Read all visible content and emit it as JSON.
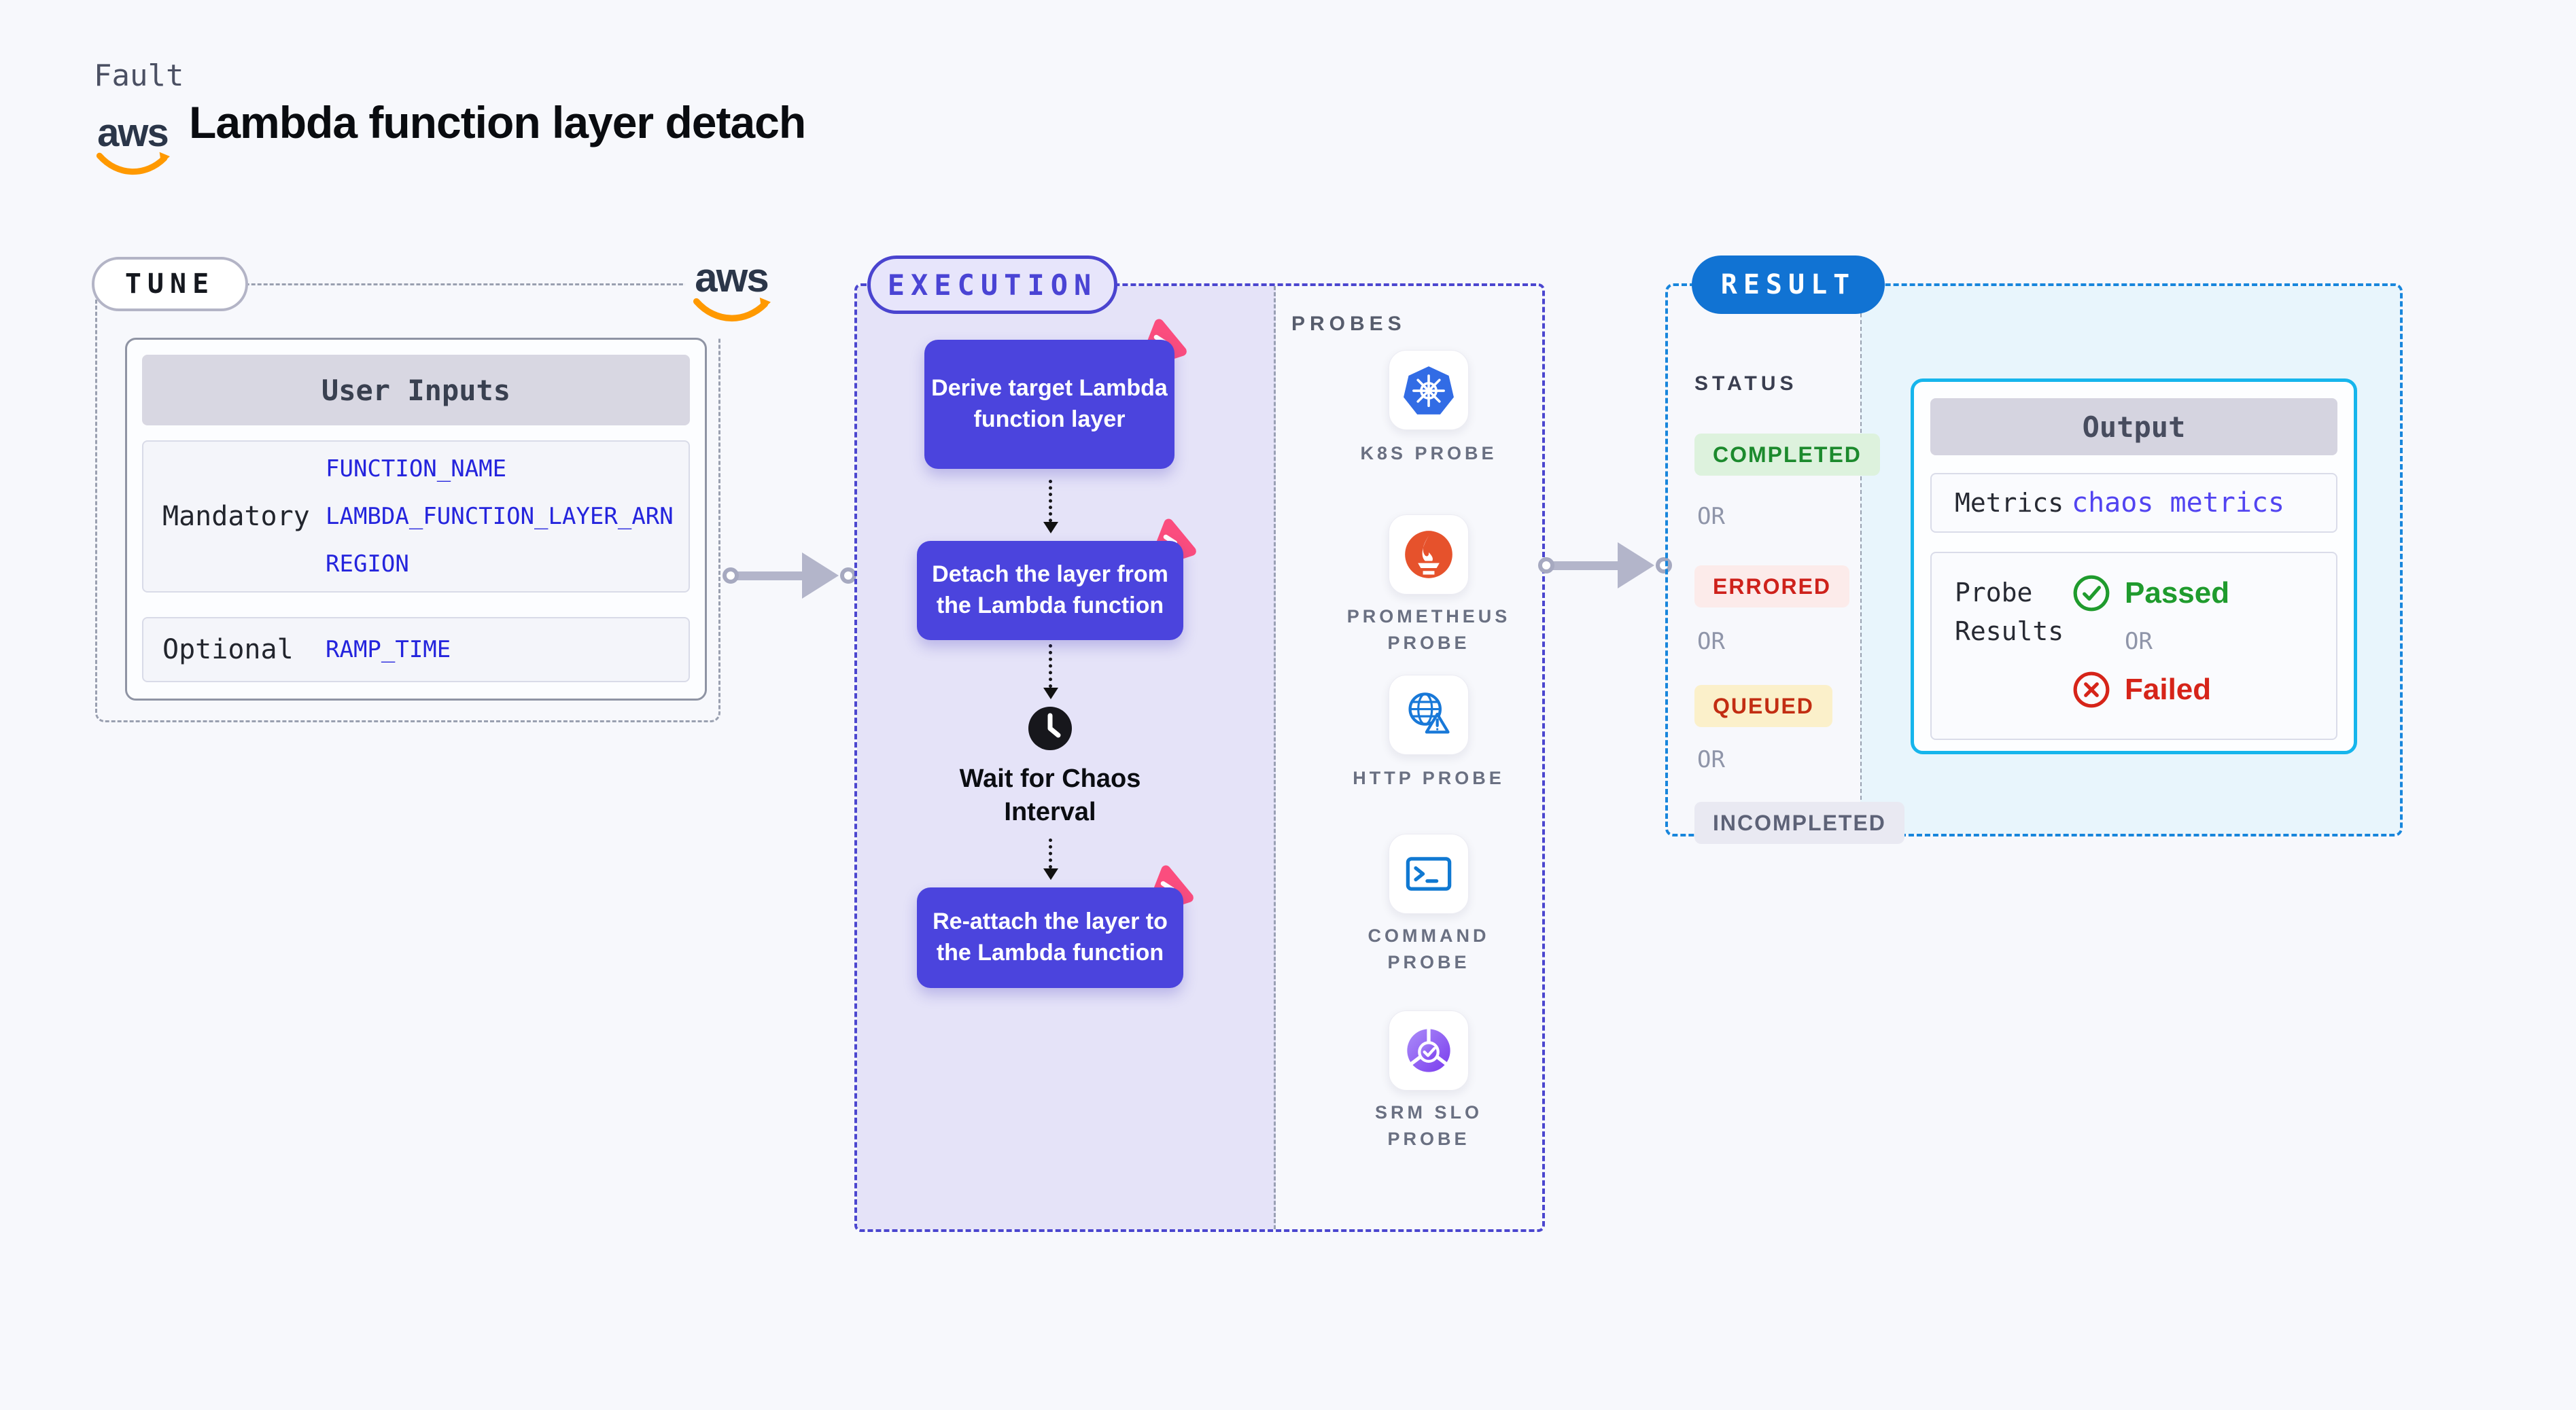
{
  "header": {
    "eyebrow": "Fault",
    "title": "Lambda function layer detach",
    "aws_logo_text": "aws"
  },
  "tune": {
    "badge": "TUNE",
    "table": {
      "header": "User Inputs",
      "rows": [
        {
          "label": "Mandatory",
          "values": [
            "FUNCTION_NAME",
            "LAMBDA_FUNCTION_LAYER_ARN",
            "REGION"
          ]
        },
        {
          "label": "Optional",
          "values": [
            "RAMP_TIME"
          ]
        }
      ]
    }
  },
  "execution": {
    "badge": "EXECUTION",
    "steps": [
      {
        "lines": [
          "Derive target Lambda",
          "function layer"
        ]
      },
      {
        "lines": [
          "Detach the layer from",
          "the Lambda function"
        ]
      },
      {
        "lines": [
          "Re-attach the layer to",
          "the Lambda function"
        ]
      }
    ],
    "wait": {
      "lines": [
        "Wait for Chaos",
        "Interval"
      ]
    }
  },
  "probes": {
    "heading": "PROBES",
    "items": [
      {
        "icon": "kubernetes-icon",
        "lines": [
          "K8S PROBE"
        ]
      },
      {
        "icon": "prometheus-icon",
        "lines": [
          "PROMETHEUS",
          "PROBE"
        ]
      },
      {
        "icon": "http-globe-icon",
        "lines": [
          "HTTP PROBE"
        ]
      },
      {
        "icon": "command-terminal-icon",
        "lines": [
          "COMMAND",
          "PROBE"
        ]
      },
      {
        "icon": "srm-slo-icon",
        "lines": [
          "SRM SLO",
          "PROBE"
        ]
      }
    ]
  },
  "result": {
    "badge": "RESULT",
    "status": {
      "heading": "STATUS",
      "or_label": "OR",
      "items": [
        {
          "label": "COMPLETED"
        },
        {
          "label": "ERRORED"
        },
        {
          "label": "QUEUED"
        },
        {
          "label": "INCOMPLETED"
        }
      ]
    },
    "output": {
      "header": "Output",
      "metrics_label": "Metrics",
      "metrics_value": "chaos metrics",
      "probe_results_label": "Probe Results",
      "passed_label": "Passed",
      "or_label": "OR",
      "failed_label": "Failed"
    }
  },
  "colors": {
    "page_background": "#f7f8fc",
    "accent_indigo": "#4b44dd",
    "lavender_background": "#e5e3f8",
    "chaos_pink": "#fb4d7e",
    "result_badge_blue": "#1173d3",
    "result_dash_blue": "#1886dc",
    "output_cyan_border": "#16b5ec",
    "result_cyan_background": "#e8f5fc",
    "input_value_blue": "#2424dd",
    "metrics_violet": "#5244f1",
    "passed_green": "#1f9b2d",
    "failed_red": "#d62419",
    "queued_text": "#c22d12",
    "aws_orange": "#ff9900",
    "kubernetes_blue": "#326ce5",
    "prometheus_orange": "#e6522c",
    "probe_icon_blue": "#1079d2",
    "srm_purple": "#7a3bee"
  }
}
